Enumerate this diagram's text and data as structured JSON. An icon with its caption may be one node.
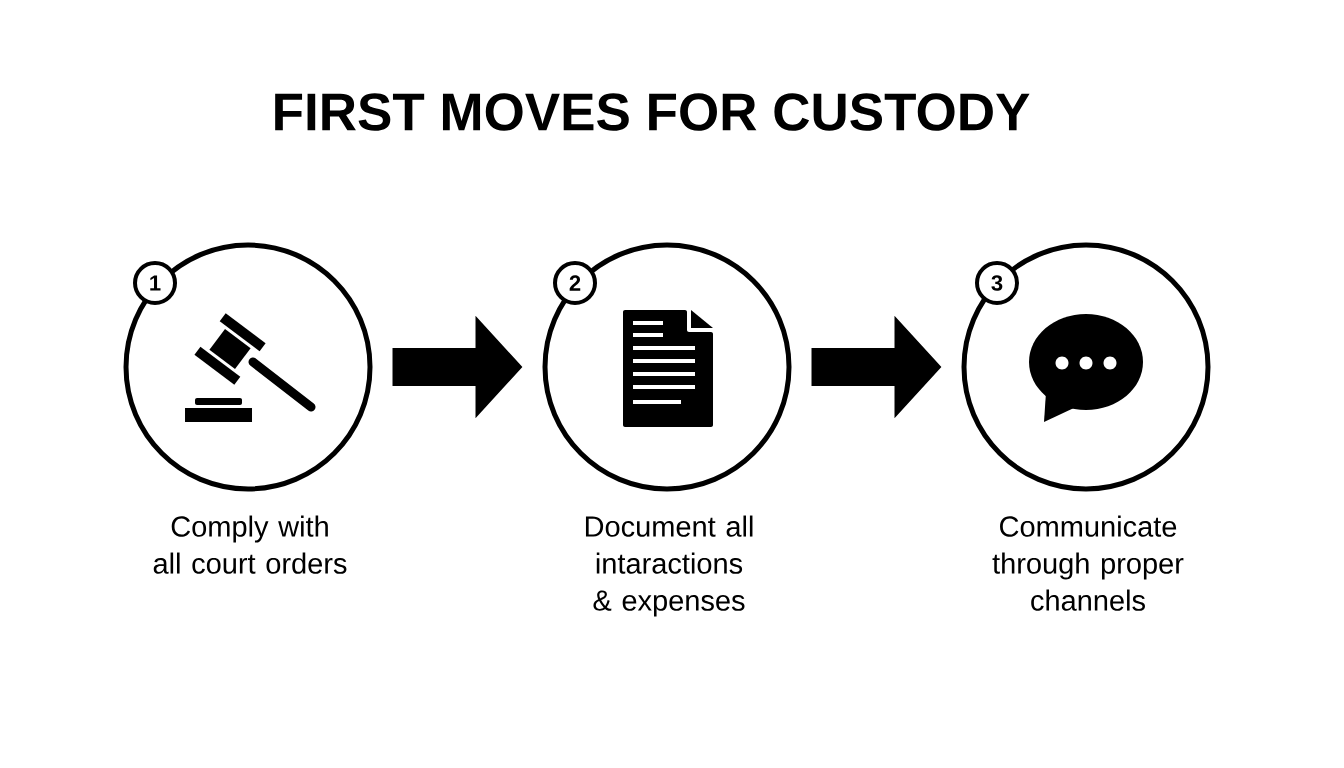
{
  "diagram": {
    "title": "FIRST MOVES FOR CUSTODY",
    "nodes": [
      {
        "text": [],
        "shape": "circle",
        "beside": [
          "Comply with all court orders"
        ]
      },
      {
        "text": [],
        "shape": "circle",
        "beside": [
          "Document all intaractions & expenses"
        ]
      },
      {
        "text": [],
        "shape": "circle",
        "beside": [
          "Communicate through proper channels"
        ]
      },
      {
        "text": [
          "1"
        ]
      },
      {
        "text": [
          "2"
        ]
      },
      {
        "text": [
          "3"
        ]
      }
    ],
    "edges": [
      {
        "from": 0,
        "to": 1,
        "arrow": "to"
      },
      {
        "from": 1,
        "to": 2,
        "arrow": "to"
      }
    ]
  }
}
